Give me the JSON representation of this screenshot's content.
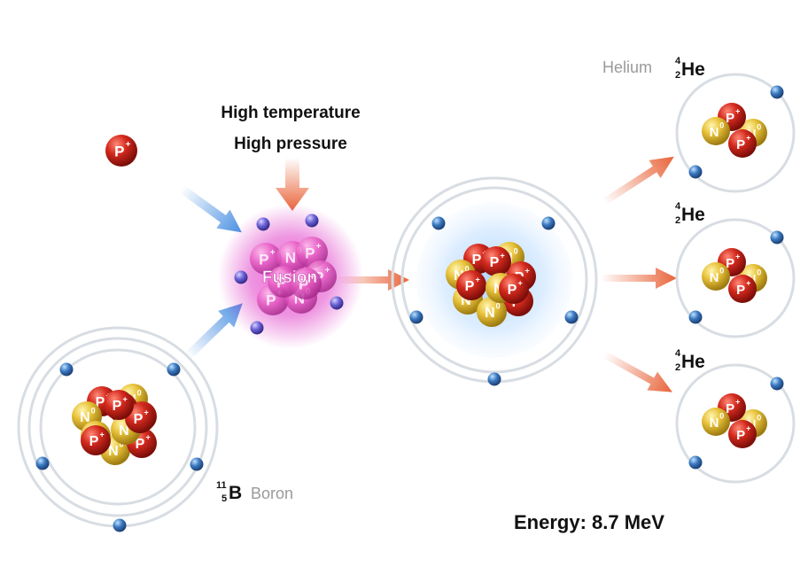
{
  "conditions": {
    "line1": "High temperature",
    "line2": "High pressure"
  },
  "fusion": {
    "label": "Fusion"
  },
  "particle": {
    "proton": "P",
    "neutron": "N",
    "charge_plus": "+",
    "charge_zero": "0"
  },
  "boron": {
    "mass_number": "11",
    "atomic_number": "5",
    "symbol": "B",
    "name": "Boron"
  },
  "helium": {
    "name": "Helium",
    "mass_number": "4",
    "atomic_number": "2",
    "symbol": "He"
  },
  "energy": {
    "label": "Energy: 8.7 MeV"
  },
  "colors": {
    "proton": "#d42a1e",
    "neutron": "#e8c23a",
    "electron": "#3a78c0",
    "arrow_orange": "#e8643a",
    "arrow_blue": "#4a90e2",
    "fusion_glow": "#e040c8",
    "orbit": "#d8dde3",
    "element_name": "#9a9a9a"
  }
}
